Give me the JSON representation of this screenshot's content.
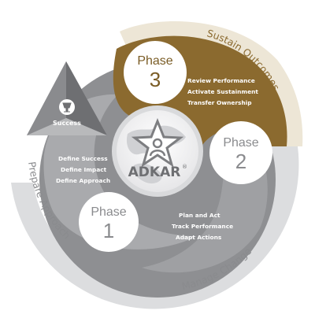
{
  "diagram": {
    "brand": "ADKAR",
    "trademark": "®",
    "success_label": "Success",
    "phases": [
      {
        "word": "Phase",
        "number": "1",
        "name": "Prepare Approach",
        "tasks": [
          "Define Success",
          "Define Impact",
          "Define Approach"
        ]
      },
      {
        "word": "Phase",
        "number": "2",
        "name": "Manage Change",
        "tasks": [
          "Plan and Act",
          "Track Performance",
          "Adapt Actions"
        ]
      },
      {
        "word": "Phase",
        "number": "3",
        "name": "Sustain Outcomes",
        "tasks": [
          "Review Performance",
          "Activate Sustainment",
          "Transfer Ownership"
        ]
      }
    ]
  },
  "colors": {
    "gold": "#8b6a2f",
    "gold_band": "#ede6d6",
    "gray_dark": "#6e6f72",
    "gray_mid": "#999a9d",
    "gray_light": "#c9cacc",
    "gray_band": "#dcdddf"
  },
  "icons": [
    "star-person-icon",
    "trophy-icon",
    "globe-icon"
  ]
}
